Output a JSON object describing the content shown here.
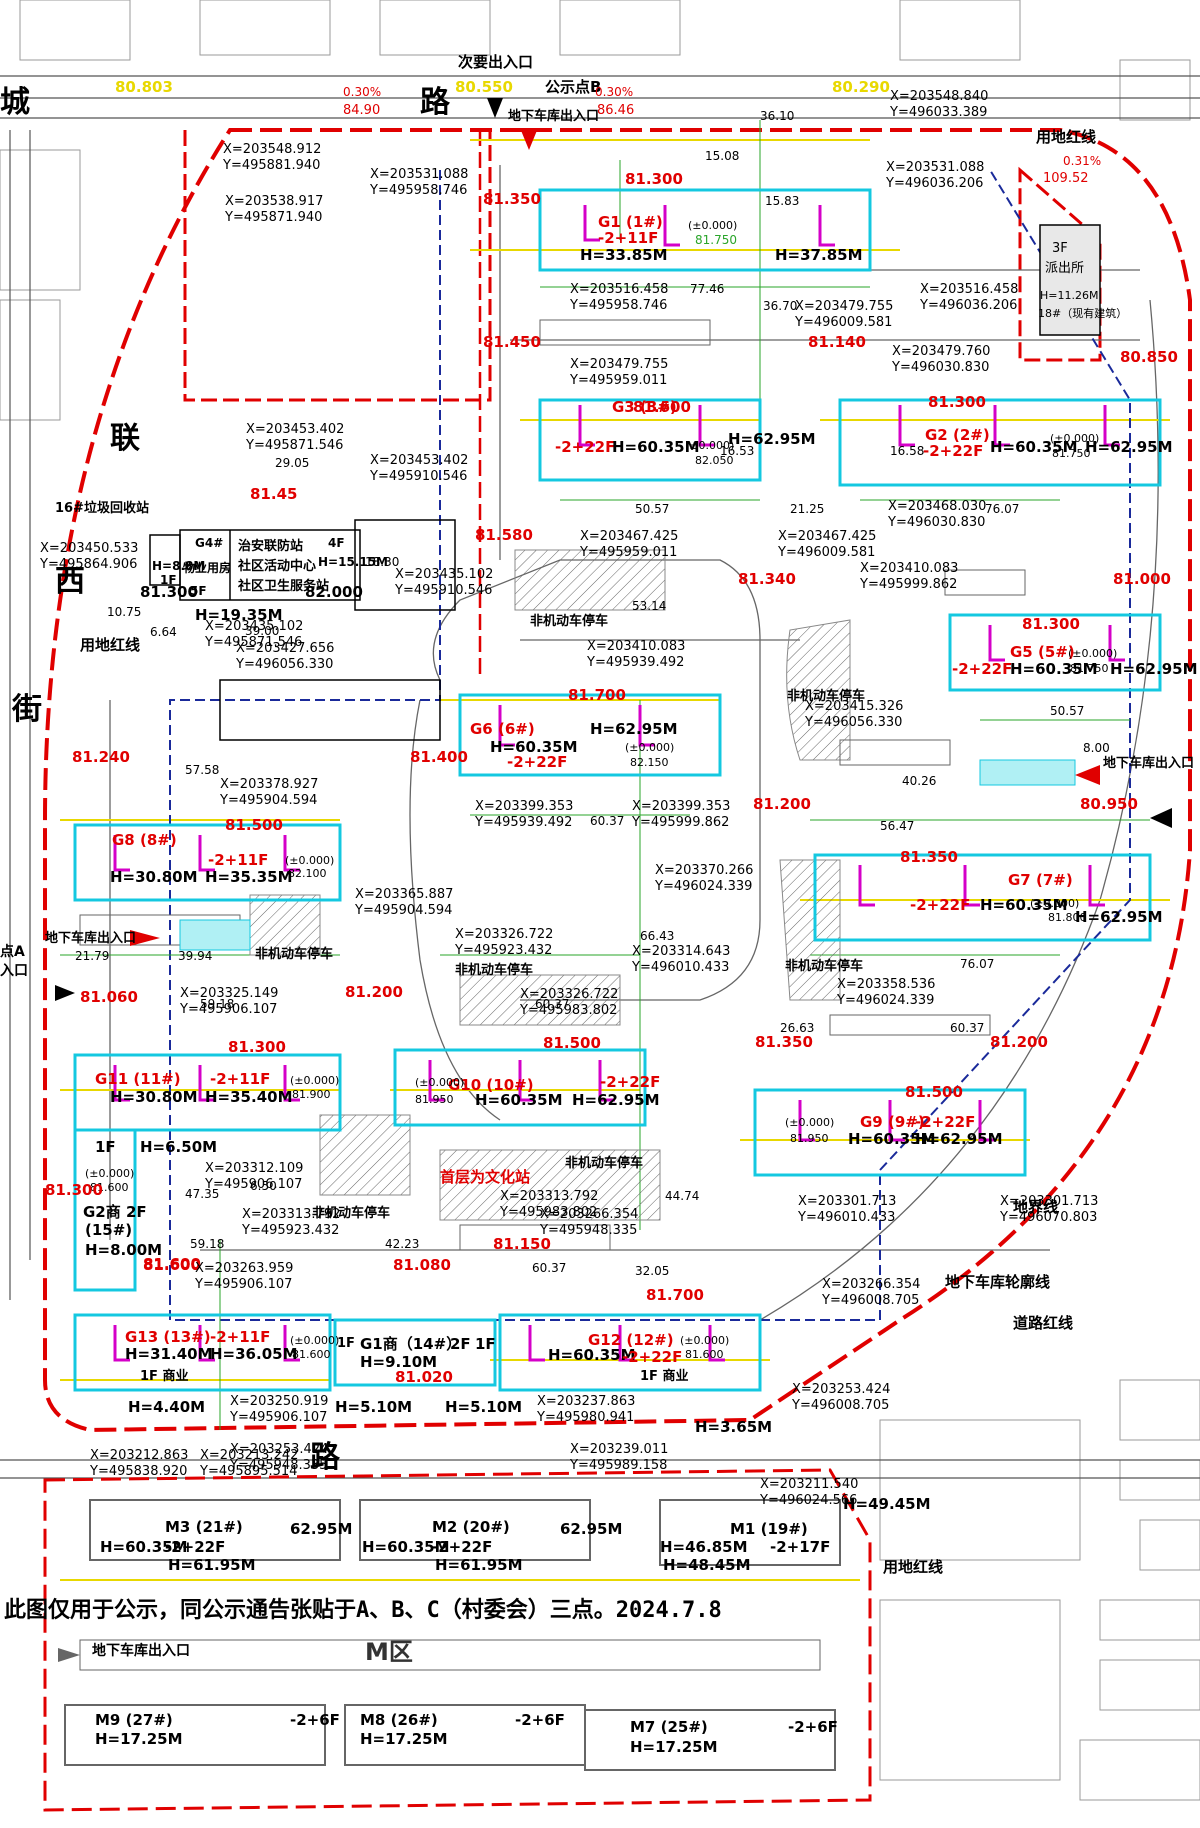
{
  "roads": {
    "north": [
      "城",
      "路"
    ],
    "west": [
      "联",
      "西",
      "街"
    ],
    "south": "路"
  },
  "entrances": {
    "secondary_top": "次要出入口",
    "public_point_b": "公示点B",
    "garage_top": "地下车库出入口",
    "garage_east": "地下车库出入口",
    "garage_west": "地下车库出入口",
    "garage_m": "地下车库出入口",
    "point_a": "点A",
    "entrance_a": "入口"
  },
  "labels": {
    "land_redline_ne": "用地红线",
    "land_redline_w": "用地红线",
    "land_redline_s": "用地红线",
    "boundary": "地界线",
    "garage_outline": "地下车库轮廓线",
    "road_redline": "道路红线",
    "police": "派出所",
    "police_info": "H=11.26M",
    "police_existing": "18#（现有建筑）",
    "police_floors": "3F",
    "recycle": "16#垃圾回收站",
    "culture": "首层为文化站",
    "zone_m": "M区",
    "shop_1f": "1F 商业",
    "shop_1f_b": "1F 商业"
  },
  "service_building": {
    "tag": "G4#",
    "uses": [
      "治安联防站",
      "社区活动中心",
      "社区卫生服务站"
    ],
    "property": "物业用房",
    "floors_left": "5F",
    "floors_right": "4F",
    "height_right": "H=15.15M",
    "elev": "82.000",
    "height_base": "H=19.35M",
    "small_h": "H=8.8M",
    "small_1f": "1F",
    "small_elev": "81.300"
  },
  "buildings": [
    {
      "name": "G1 (1#)",
      "floors": "-2+11F",
      "h1": "H=33.85M",
      "h2": "H=37.85M",
      "zero": "(±0.000)",
      "elev": "81.750",
      "top_elev": "81.300"
    },
    {
      "name": "G3 (3#)",
      "floors": "-2+22F",
      "h1": "H=60.35M",
      "h2": "H=62.95M",
      "zero": "(±0.000)",
      "elev": "82.050",
      "top_elev": "81.600"
    },
    {
      "name": "G2 (2#)",
      "floors": "-2+22F",
      "h1": "H=60.35M",
      "h2": "H=62.95M",
      "zero": "(±0.000)",
      "elev": "81.750",
      "top_elev": "81.300"
    },
    {
      "name": "G5 (5#)",
      "floors": "-2+22F",
      "h1": "H=60.35M",
      "h2": "H=62.95M",
      "zero": "(±0.000)",
      "elev": "81.750",
      "top_elev": "81.300"
    },
    {
      "name": "G6 (6#)",
      "floors": "-2+22F",
      "h1": "H=60.35M",
      "h2": "H=62.95M",
      "zero": "(±0.000)",
      "elev": "82.150",
      "top_elev": "81.700"
    },
    {
      "name": "G8 (8#)",
      "floors": "-2+11F",
      "h1": "H=30.80M",
      "h2": "H=35.35M",
      "zero": "(±0.000)",
      "elev": "82.100",
      "top_elev": "81.500"
    },
    {
      "name": "G7 (7#)",
      "floors": "-2+22F",
      "h1": "H=60.35M",
      "h2": "H=62.95M",
      "zero": "(±0.000)",
      "elev": "81.800",
      "top_elev": "81.350"
    },
    {
      "name": "G11 (11#)",
      "floors": "-2+11F",
      "h1": "H=30.80M",
      "h2": "H=35.40M",
      "zero": "(±0.000)",
      "elev": "81.900",
      "top_elev": "81.300"
    },
    {
      "name": "G10 (10#)",
      "floors": "-2+22F",
      "h1": "H=60.35M",
      "h2": "H=62.95M",
      "zero": "(±0.000)",
      "elev": "81.950",
      "top_elev": "81.500"
    },
    {
      "name": "G9 (9#)",
      "floors": "-2+22F",
      "h1": "H=60.35M",
      "h2": "H=62.95M",
      "zero": "(±0.000)",
      "elev": "81.950",
      "top_elev": "81.500"
    },
    {
      "name": "G13 (13#)",
      "floors": "-2+11F",
      "h1": "H=31.40M",
      "h2": "H=36.05M",
      "zero": "(±0.000)",
      "elev": "81.600",
      "top_elev": "81.600"
    },
    {
      "name": "G12 (12#)",
      "floors": "-2+22F",
      "h1": "H=60.35M",
      "h2": "H=62.95M",
      "zero": "(±0.000)",
      "elev": "81.600",
      "top_elev": "81.700"
    }
  ],
  "g2shop": {
    "name": "G2商 2F",
    "num": "(15#)",
    "h": "H=8.00M",
    "zero": "(±0.000)",
    "elev": "81.600",
    "f1": "1F",
    "h1f": "H=6.50M"
  },
  "g1shop": {
    "name": "G1商（14#）",
    "h": "H=9.10M",
    "elev": "81.020",
    "f2": "2F",
    "f1": "1F"
  },
  "south_heights": [
    "H=4.40M",
    "H=5.10M",
    "H=5.10M",
    "H=3.65M"
  ],
  "m_buildings": [
    {
      "name": "M3 (21#)",
      "floors": "-2+22F",
      "h1": "H=60.35M",
      "h2": "H=61.95M",
      "h3": "62.95M"
    },
    {
      "name": "M2 (20#)",
      "floors": "-2+22F",
      "h1": "H=60.35M",
      "h2": "H=61.95M",
      "h3": "62.95M"
    },
    {
      "name": "M1 (19#)",
      "floors": "-2+17F",
      "h1": "H=46.85M",
      "h2": "H=48.45M",
      "h3": "H=49.45M"
    },
    {
      "name": "M9 (27#)",
      "floors": "-2+6F",
      "h1": "H=17.25M"
    },
    {
      "name": "M8 (26#)",
      "floors": "-2+6F",
      "h1": "H=17.25M"
    },
    {
      "name": "M7 (25#)",
      "floors": "-2+6F",
      "h1": "H=17.25M"
    }
  ],
  "parking": [
    "非机动车停车",
    "非机动车停车",
    "非机动车停车",
    "非机动车停车",
    "非机动车停车",
    "非机动车停车",
    "非机动车停车"
  ],
  "elevations_red": [
    "81.350",
    "81.450",
    "81.580",
    "81.45",
    "81.340",
    "81.000",
    "81.240",
    "81.400",
    "81.200",
    "80.950",
    "81.060",
    "81.200",
    "81.350",
    "81.200",
    "81.300",
    "81.600",
    "81.080",
    "81.150",
    "81.020",
    "80.850",
    "81.140",
    "81.300"
  ],
  "elevations_yellow": [
    "80.803",
    "80.550",
    "80.290"
  ],
  "slopes_top": [
    {
      "pct": "0.30%",
      "val": "84.90"
    },
    {
      "pct": "0.30%",
      "val": "86.46"
    },
    {
      "pct": "0.31%",
      "val": "109.52"
    }
  ],
  "coords": [
    "X=203548.840",
    "Y=496033.389",
    "X=203548.912",
    "Y=495881.940",
    "X=203531.088",
    "Y=495958.746",
    "X=203531.088",
    "Y=496036.206",
    "X=203538.917",
    "Y=495871.940",
    "X=203516.458",
    "Y=495958.746",
    "X=203516.458",
    "Y=496036.206",
    "X=203479.755",
    "Y=496009.581",
    "X=203479.755",
    "Y=495959.011",
    "X=203479.760",
    "Y=496030.830",
    "X=203453.402",
    "Y=495871.546",
    "X=203453.402",
    "Y=495910.546",
    "X=203468.030",
    "Y=496030.830",
    "X=203467.425",
    "Y=495959.011",
    "X=203467.425",
    "Y=496009.581",
    "X=203450.533",
    "Y=495864.906",
    "X=203435.102",
    "Y=495910.546",
    "X=203435.102",
    "Y=495871.546",
    "X=203427.656",
    "Y=496056.330",
    "X=203410.083",
    "Y=495939.492",
    "X=203410.083",
    "Y=495999.862",
    "X=203415.326",
    "Y=496056.330",
    "X=203378.927",
    "Y=495904.594",
    "X=203399.353",
    "Y=495939.492",
    "X=203399.353",
    "Y=495999.862",
    "X=203370.266",
    "Y=496024.339",
    "X=203365.887",
    "Y=495904.594",
    "X=203326.722",
    "Y=495923.432",
    "X=203314.643",
    "Y=496010.433",
    "X=203326.722",
    "Y=495983.802",
    "X=203325.149",
    "Y=495906.107",
    "X=203358.536",
    "Y=496024.339",
    "X=203312.109",
    "Y=495906.107",
    "X=203313.792",
    "Y=495923.432",
    "X=203313.792",
    "Y=495983.802",
    "X=203266.354",
    "Y=495948.335",
    "X=203301.713",
    "Y=496010.433",
    "X=203301.713",
    "Y=496070.803",
    "X=203263.959",
    "Y=495906.107",
    "X=203266.354",
    "Y=496008.705",
    "X=203250.919",
    "Y=495906.107",
    "X=203237.863",
    "Y=495980.941",
    "X=203253.424",
    "Y=496008.705",
    "X=203253.424",
    "Y=495948.335",
    "X=203239.011",
    "Y=495989.158",
    "X=203212.863",
    "Y=495838.920",
    "X=203213.242",
    "Y=495895.514",
    "X=203211.540",
    "Y=496024.566"
  ],
  "dims": [
    "77.46",
    "15.08",
    "15.83",
    "36.10",
    "36.70",
    "50.57",
    "21.25",
    "76.07",
    "16.53",
    "16.58",
    "53.14",
    "50.57",
    "8.00",
    "56.47",
    "40.26",
    "60.37",
    "66.43",
    "76.07",
    "60.37",
    "59.18",
    "60.37",
    "26.63",
    "47.35",
    "39.94",
    "44.74",
    "59.18",
    "42.23",
    "32.05",
    "60.37",
    "29.05",
    "18.30",
    "39.00",
    "57.58",
    "21.79",
    "6.64",
    "10.75",
    "6.50"
  ],
  "notice": "此图仅用于公示，同公示通告张贴于A、B、C（村委会）三点。2024.7.8"
}
